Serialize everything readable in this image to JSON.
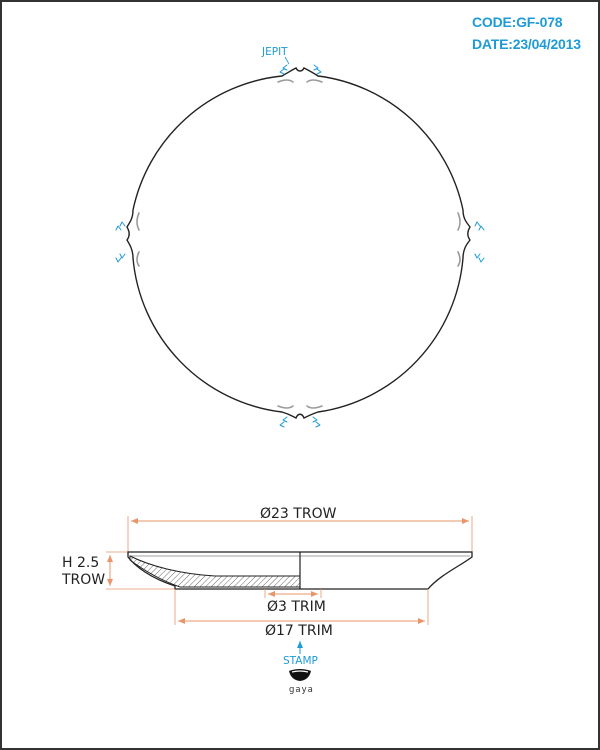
{
  "header": {
    "code": "CODE:GF-078",
    "date": "DATE:23/04/2013"
  },
  "top_view": {
    "notch_label": "JEPIT"
  },
  "section_view": {
    "outer_diameter": "Ø23 TROW",
    "height_line1": "H 2.5",
    "height_line2": "TROW",
    "inner_diameter": "Ø3 TRIM",
    "base_diameter": "Ø17 TRIM"
  },
  "stamp": {
    "label": "STAMP",
    "brand": "gaya"
  },
  "colors": {
    "accent_blue": "#1e9bd7",
    "dimension_orange": "#e8956a",
    "outline": "#222222",
    "border": "#333333"
  }
}
